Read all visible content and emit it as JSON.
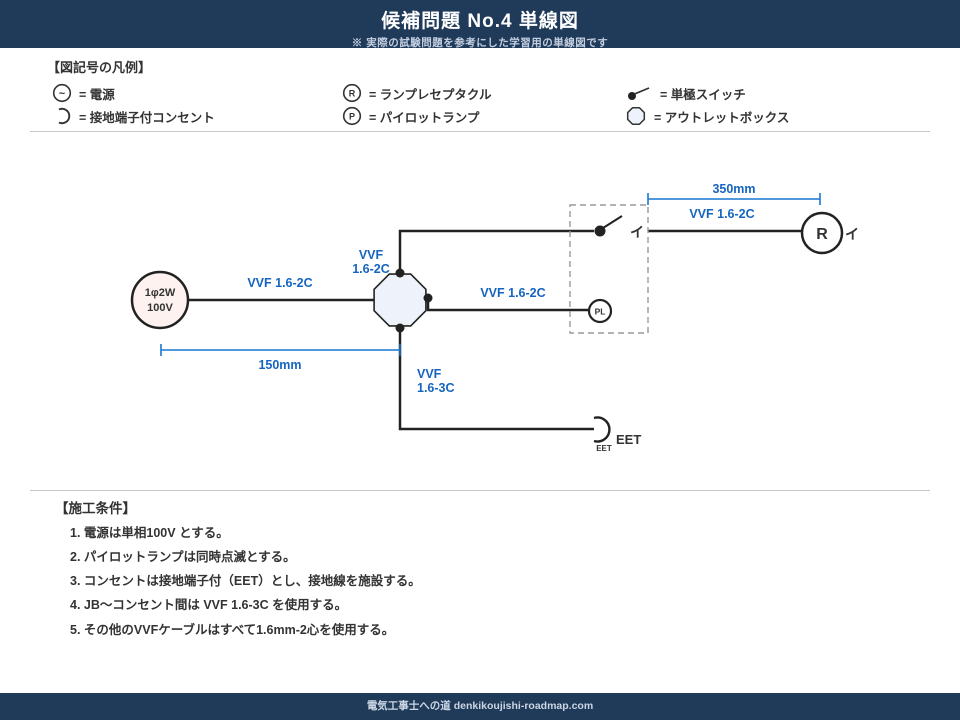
{
  "colors": {
    "header_bg": "#203a5a",
    "accent_blue": "#1565c0",
    "dimension_blue": "#1976d2",
    "wire_black": "#222222",
    "outlet_box_fill": "#eef3fb",
    "power_fill": "#fdf2f0",
    "divider_gray": "#c8c8c8"
  },
  "header": {
    "title": "候補問題 No.4  単線図",
    "subtitle": "※ 実際の試験問題を参考にした学習用の単線図です"
  },
  "legend": {
    "title": "【図記号の凡例】",
    "items": [
      {
        "icon": "power-source-icon",
        "glyph": "~",
        "label": "= 電源"
      },
      {
        "icon": "earth-terminal-outlet-icon",
        "glyph": "",
        "label": "= 接地端子付コンセント"
      },
      {
        "icon": "lamp-receptacle-icon",
        "glyph": "R",
        "label": "= ランプレセプタクル"
      },
      {
        "icon": "pilot-lamp-icon",
        "glyph": "P",
        "label": "= パイロットランプ"
      },
      {
        "icon": "single-pole-switch-icon",
        "glyph": "",
        "label": "= 単極スイッチ"
      },
      {
        "icon": "outlet-box-icon",
        "glyph": "",
        "label": "= アウトレットボックス"
      }
    ]
  },
  "diagram": {
    "power_source": {
      "line1": "1φ2W",
      "line2": "100V"
    },
    "cable_power": "VVF 1.6-2C",
    "cable_switch_line1": "VVF",
    "cable_switch_line2": "1.6-2C",
    "cable_pilot": "VVF 1.6-2C",
    "cable_lamp": "VVF 1.6-2C",
    "cable_outlet_line1": "VVF",
    "cable_outlet_line2": "1.6-3C",
    "dim_power": "150mm",
    "dim_lamp": "350mm",
    "switch_label": "イ",
    "lamp_letter": "R",
    "lamp_label": "イ",
    "pilot_letter": "PL",
    "outlet_sub_label": "EET",
    "outlet_label": "EET"
  },
  "conditions": {
    "title": "【施工条件】",
    "items": [
      "1. 電源は単相100V とする。",
      "2. パイロットランプは同時点滅とする。",
      "3. コンセントは接地端子付（EET）とし、接地線を施設する。",
      "4. JB〜コンセント間は VVF 1.6-3C を使用する。",
      "5. その他のVVFケーブルはすべて1.6mm-2心を使用する。"
    ]
  },
  "footer": {
    "text": "電気工事士への道 denkikoujishi-roadmap.com"
  }
}
